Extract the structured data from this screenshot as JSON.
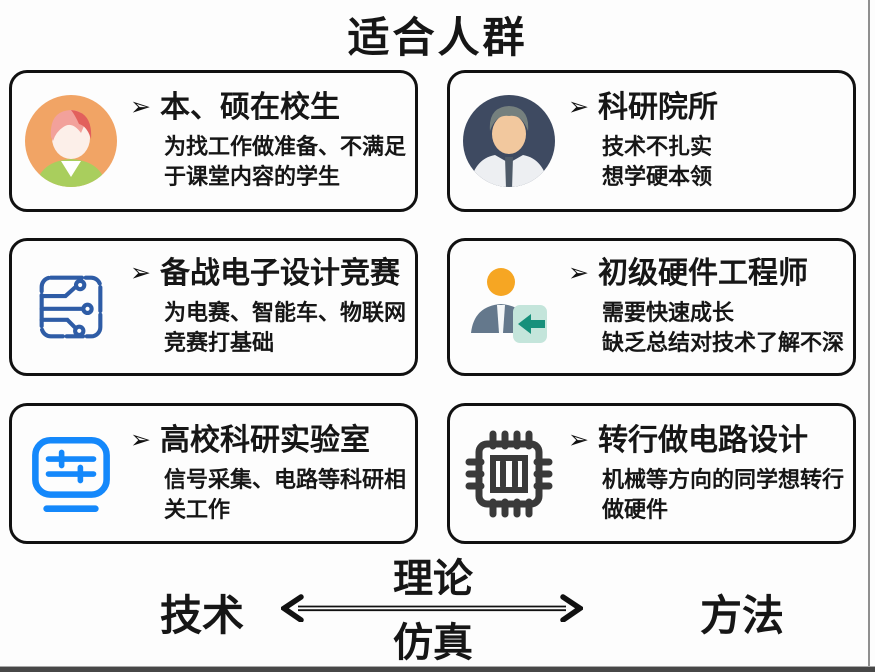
{
  "title": "适合人群",
  "bullet_glyph": "➢",
  "cards": [
    {
      "icon": "student-avatar-icon",
      "title": "本、硕在校生",
      "desc": "为找工作做准备、不满足\n于课堂内容的学生"
    },
    {
      "icon": "researcher-avatar-icon",
      "title": "科研院所",
      "desc": "技术不扎实\n想学硬本领"
    },
    {
      "icon": "circuit-board-icon",
      "title": "备战电子设计竞赛",
      "desc": "为电赛、智能车、物联网\n竞赛打基础"
    },
    {
      "icon": "engineer-transfer-icon",
      "title": "初级硬件工程师",
      "desc": "需要快速成长\n缺乏总结对技术了解不深"
    },
    {
      "icon": "sliders-panel-icon",
      "title": "高校科研实验室",
      "desc": "信号采集、电路等科研相\n关工作"
    },
    {
      "icon": "chip-icon",
      "title": "转行做电路设计",
      "desc": "机械等方向的同学想转行\n做硬件"
    }
  ],
  "axis": {
    "left_label": "技术",
    "right_label": "方法",
    "above_arrow_label": "理论",
    "below_arrow_label": "仿真"
  },
  "colors": {
    "card_border": "#111111",
    "text": "#161616",
    "student_circle": "#F1A465",
    "student_shirt": "#A9CE5D",
    "researcher_circle": "#3E4A61",
    "circuit_blue": "#2E5CA6",
    "engineer_head": "#F6A623",
    "engineer_body": "#64788C",
    "transfer_box": "#C4E5DB",
    "transfer_arrow": "#17907B",
    "sliders_blue": "#1488FB",
    "chip_gray": "#3A3A3A"
  }
}
